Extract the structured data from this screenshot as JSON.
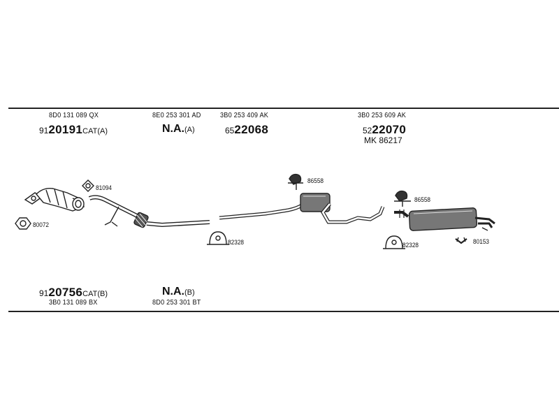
{
  "top_labels": {
    "cat_a": {
      "oem": "8D0 131 089 QX",
      "prefix": "91",
      "number": "20191",
      "suffix": "CAT(A)"
    },
    "pipe_a": {
      "oem": "8E0 253 301 AD",
      "number": "N.A.",
      "suffix": "(A)"
    },
    "mid_silencer": {
      "oem": "3B0 253 409 AK",
      "prefix": "65",
      "number": "22068"
    },
    "rear_silencer": {
      "oem": "3B0 253 609 AK",
      "prefix": "52",
      "number": "22070",
      "mk": "MK  86217"
    }
  },
  "bottom_labels": {
    "cat_b": {
      "prefix": "91",
      "number": "20756",
      "suffix": "CAT(B)",
      "oem": "3B0 131 089 BX"
    },
    "pipe_b": {
      "number": "N.A.",
      "suffix": "(B)",
      "oem": "8D0 253 301 BT"
    }
  },
  "parts": {
    "gasket_80072": "80072",
    "gasket_81094": "81094",
    "clamp_82328_a": "82328",
    "clamp_82328_b": "82328",
    "hanger_86558_a": "86558",
    "hanger_86558_b": "86558",
    "hanger_80153": "80153"
  }
}
